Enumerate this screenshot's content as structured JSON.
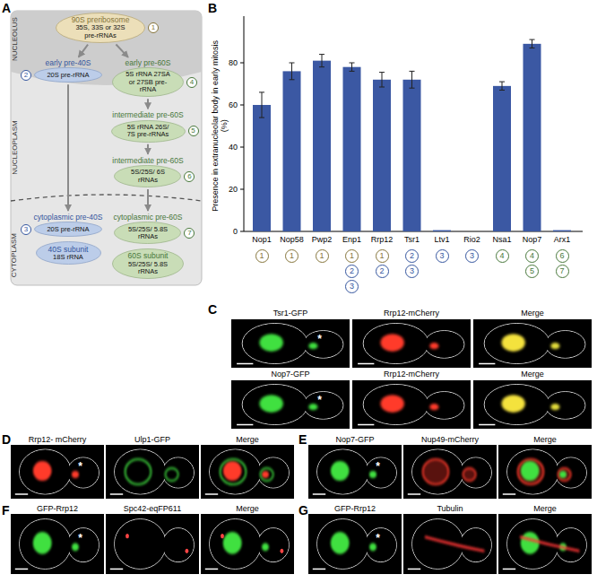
{
  "diagram": {
    "nodes": [
      {
        "text": [
          "90S preribosome",
          "35S, 33S or 32S pre-rRNAs"
        ]
      },
      {
        "text": [
          "1"
        ]
      },
      {
        "text": [
          "early pre-40S",
          "20S pre-rRNA"
        ]
      },
      {
        "text": [
          "2"
        ]
      },
      {
        "text": [
          "early pre-60S",
          "5S rRNA 27SA or 27SB pre-rRNA"
        ]
      },
      {
        "text": [
          "4"
        ]
      },
      {
        "text": [
          "intermediate pre-60S",
          "5S rRNA 26S/ 7S pre-rRNAs"
        ]
      },
      {
        "text": [
          "5"
        ]
      },
      {
        "text": [
          "intermediate pre-60S",
          "5S/25S/ 6S rRNAs"
        ]
      },
      {
        "text": [
          "6"
        ]
      },
      {
        "text": [
          "cytoplasmic pre-40S",
          "20S pre-rRNA"
        ]
      },
      {
        "text": [
          "3"
        ]
      },
      {
        "text": [
          "40S subunit",
          "18S rRNA"
        ]
      },
      {
        "text": [
          "cytoplasmic pre-60S",
          "5S/25S/ 5.8S rRNAs"
        ]
      },
      {
        "text": [
          "7"
        ]
      },
      {
        "text": [
          "60S subunit",
          "5S/25S/ 5.8S rRNAs"
        ]
      },
      {
        "text": [
          "1"
        ]
      },
      {
        "text": [
          "1"
        ]
      },
      {
        "text": [
          "1"
        ]
      },
      {
        "text": [
          "1"
        ]
      },
      {
        "text": [
          "1"
        ]
      },
      {
        "text": [
          "2"
        ]
      },
      {
        "text": [
          "3"
        ]
      },
      {
        "text": [
          "3"
        ]
      },
      {
        "text": [
          "4"
        ]
      },
      {
        "text": [
          "4"
        ]
      },
      {
        "text": [
          "6"
        ]
      },
      {
        "text": [
          "2"
        ]
      },
      {
        "text": [
          "2"
        ]
      },
      {
        "text": [
          "3"
        ]
      },
      {
        "text": [
          "5"
        ]
      },
      {
        "text": [
          "7"
        ]
      },
      {
        "text": [
          "3"
        ]
      }
    ],
    "edges": [
      {
        "from": 0,
        "to": 2,
        "arrow": "to"
      },
      {
        "from": 0,
        "to": 4,
        "arrow": "to"
      },
      {
        "from": 4,
        "to": 6,
        "arrow": "to"
      },
      {
        "from": 6,
        "to": 8,
        "arrow": "to"
      },
      {
        "from": 8,
        "to": 13,
        "arrow": "to"
      },
      {
        "from": 2,
        "to": 10,
        "arrow": "to"
      }
    ],
    "labels": [
      "A",
      "B",
      "C",
      "D",
      "E",
      "F",
      "G",
      "NUCLEOLUS",
      "NUCLEOPLASM",
      "CYTOPLASM",
      "Presence in extranucleolar body in early mitosis (%)",
      "0",
      "20",
      "40",
      "60",
      "80",
      "Nop1",
      "Nop58",
      "Pwp2",
      "Enp1",
      "Rrp12",
      "Tsr1",
      "Ltv1",
      "Rio2",
      "Nsa1",
      "Nop7",
      "Arx1",
      "Tsr1-GFP",
      "Rrp12-mCherry",
      "Merge",
      "*",
      "Nop7-GFP",
      "Rrp12-mCherry",
      "Merge",
      "*",
      "Rrp12- mCherry",
      "Ulp1-GFP",
      "Merge",
      "*",
      "Nop7-GFP",
      "Nup49-mCherry",
      "Merge",
      "*",
      "GFP-Rrp12",
      "Spc42-eqFP611",
      "Merge",
      "*",
      "GFP-Rrp12",
      "Tubulin",
      "Merge",
      "*"
    ]
  }
}
